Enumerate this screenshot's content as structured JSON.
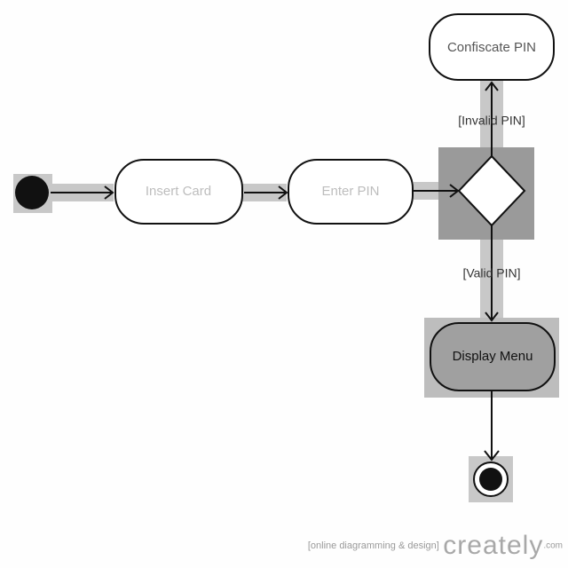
{
  "colors": {
    "highlight": "#c8c8c8",
    "dark_highlight": "#9a9a9a",
    "selected_fill": "#a0a0a0",
    "stroke": "#111111",
    "faded_text": "#bdbdbd"
  },
  "nodes": {
    "start": {
      "kind": "initial-node"
    },
    "insert_card": {
      "label": "Insert Card"
    },
    "enter_pin": {
      "label": "Enter PIN"
    },
    "decision": {
      "kind": "decision-node"
    },
    "confiscate_pin": {
      "label": "Confiscate PIN"
    },
    "display_menu": {
      "label": "Display Menu"
    },
    "end": {
      "kind": "final-node"
    }
  },
  "guards": {
    "invalid": "[Invalid PIN]",
    "valid": "[Valid PIN]"
  },
  "footer": {
    "tagline": "[online diagramming & design]",
    "brand": "creately",
    "domain": ".com"
  }
}
